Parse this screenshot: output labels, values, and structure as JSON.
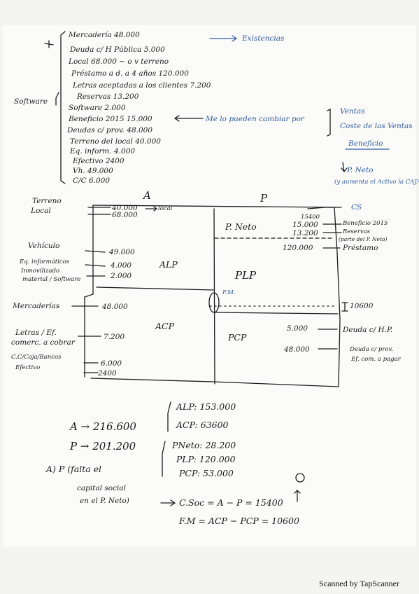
{
  "list": {
    "items": [
      "Mercadería   48.000",
      "Deuda   c/ H Pública   5.000",
      "Local   68.000   ~ o v terreno",
      "Préstamo a d. a 4 años   120.000",
      "Letras aceptadas a los clientes   7.200",
      "Reservas   13.200",
      "Software   2.000",
      "Beneficio 2015   15.000",
      "Deudas c/ prov.   48.000",
      "Terreno del local   40.000",
      "Eq. inform.   4.000",
      "Efectivo   2400",
      "Vh.   49.000",
      "C/C   6.000"
    ],
    "existencias": "Existencias",
    "software": "Software",
    "note_cambiar": "Me lo pueden cambiar por",
    "ventas": "Ventas",
    "coste": "Coste de las Ventas",
    "beneficio": "Beneficio",
    "pneto": "P. Neto",
    "pneto_note": "(y aumenta el Activo la CAJA)."
  },
  "balance": {
    "header_a": "A",
    "header_p": "P",
    "terreno": "Terreno",
    "local": "Local",
    "v40": "40.000",
    "v68": "68.000",
    "local_arrow": "local",
    "vehiculo": "Vehículo",
    "eq": "Eq. informáticos",
    "inmov": "Inmovilizado",
    "material": "material / Software",
    "v49": "49.000",
    "v4": "4.000",
    "v2": "2.000",
    "alp": "ALP",
    "mercaderias": "Mercaderías",
    "v48a": "48.000",
    "acp": "ACP",
    "letras": "Letras / Ef.",
    "comerc": "comerc. a cobrar",
    "v72": "7.200",
    "cc": "C.C/Caja/Bancos",
    "efectivo": "Efectivo",
    "v6": "6.000",
    "v24": "2400",
    "pneto": "P. Neto",
    "v15400": "15400",
    "v15": "15.000",
    "v13": "13.200",
    "cs": "CS",
    "ben": "Beneficio 2015",
    "reservas": "Reservas",
    "parte": "(parte del P. Neto)",
    "v120": "120.000",
    "prestamo": "Préstamo",
    "plp": "PLP",
    "fm": "F.M.",
    "fm_val": "10600",
    "pcp": "PCP",
    "v5": "5.000",
    "deuda_hp": "Deuda c/ H.P.",
    "v48p": "48.000",
    "deuda_prov": "Deuda c/ prov.",
    "ef_pagar": "Ef. com. a pagar"
  },
  "summary": {
    "a_line": "A  →  216.600",
    "p_line": "P  →  201.200",
    "alp": "ALP:  153.000",
    "acp": "ACP:  63600",
    "pneto": "PNeto:  28.200",
    "plp": "PLP:  120.000",
    "pcp": "PCP:  53.000",
    "note1": "A) P  (falta el",
    "note2": "capital social",
    "note3": "en el P. Neto)",
    "cs_formula": "C.Soc = A − P = 15400",
    "fm_formula": "F.M = ACP − PCP = 10600"
  },
  "footer": "Scanned by TapScanner"
}
